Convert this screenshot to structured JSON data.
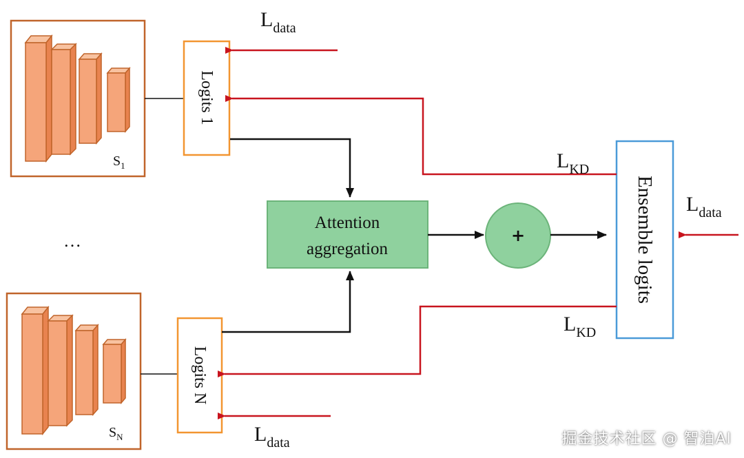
{
  "students": [
    {
      "label_main": "S",
      "label_sub": "1"
    },
    {
      "label_main": "S",
      "label_sub": "N"
    }
  ],
  "ellipsis": "…",
  "logits": [
    {
      "label": "Logits 1"
    },
    {
      "label": "Logits N"
    }
  ],
  "attention": {
    "line1": "Attention",
    "line2": "aggregation"
  },
  "sum_symbol": "+",
  "ensemble": {
    "label": "Ensemble logits"
  },
  "losses": {
    "data_main": "L",
    "data_sub": "data",
    "kd_main": "L",
    "kd_sub": "KD"
  },
  "watermark": "掘金技术社区 @ 智泊AI",
  "colors": {
    "student_border": "#c0642a",
    "block_fill": "#f5a57a",
    "logits_border": "#f29530",
    "attention_fill": "#8fd19e",
    "attention_border": "#6cb47a",
    "ensemble_border": "#4a9ad8",
    "loss_arrow": "#c8141e",
    "flow_arrow": "#111111"
  }
}
